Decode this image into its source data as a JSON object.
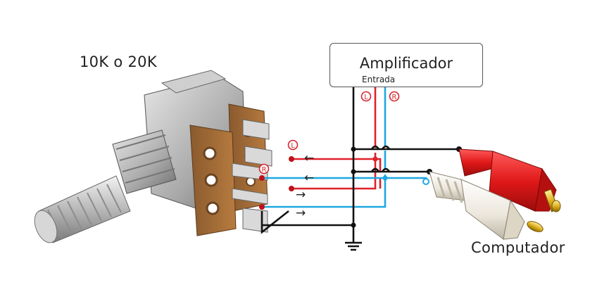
{
  "labels": {
    "potentiometer": "10K o 20K",
    "amplifier": "Amplificador",
    "amplifier_input": "Entrada",
    "computer": "Computador",
    "left_channel": "L",
    "right_channel": "R"
  },
  "arrows": [
    "←",
    "←",
    "→",
    "→"
  ],
  "colors": {
    "left_wire": "#e0202a",
    "right_wire": "#1ea8e0",
    "ground_wire": "#111111",
    "marker_left": "#d4262e",
    "marker_right": "#d4262e"
  }
}
